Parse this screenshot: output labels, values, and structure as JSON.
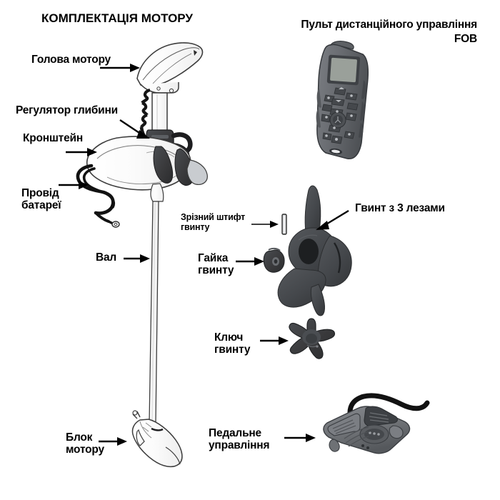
{
  "titles": {
    "main": "КОМПЛЕКТАЦІЯ МОТОРУ",
    "remote_line1": "Пульт дистанційного управління",
    "remote_line2": "FOB"
  },
  "labels": {
    "motor_head": "Голова мотору",
    "depth_adjuster": "Регулятор глибини",
    "bracket": "Кронштейн",
    "battery_cable": "Провід\nбатареї",
    "shaft": "Вал",
    "shear_pin": "Зрізний штифт\nгвинту",
    "prop_nut": "Гайка\nгвинту",
    "propeller": "Гвинт з 3 лезами",
    "prop_wrench": "Ключ\nгвинту",
    "motor_unit": "Блок\nмотору",
    "foot_pedal": "Педальне\nуправління"
  },
  "colors": {
    "background": "#ffffff",
    "ink": "#000000",
    "outline": "#3c3c3c",
    "dark_part": "#3a3a3c",
    "mid_gray": "#6e7175",
    "light_gray": "#8d9095",
    "screen": "#9aa09a",
    "black_cable": "#111111"
  },
  "diagram": {
    "type": "exploded-parts-diagram",
    "subject": "trolling-motor",
    "part_count": 11
  }
}
